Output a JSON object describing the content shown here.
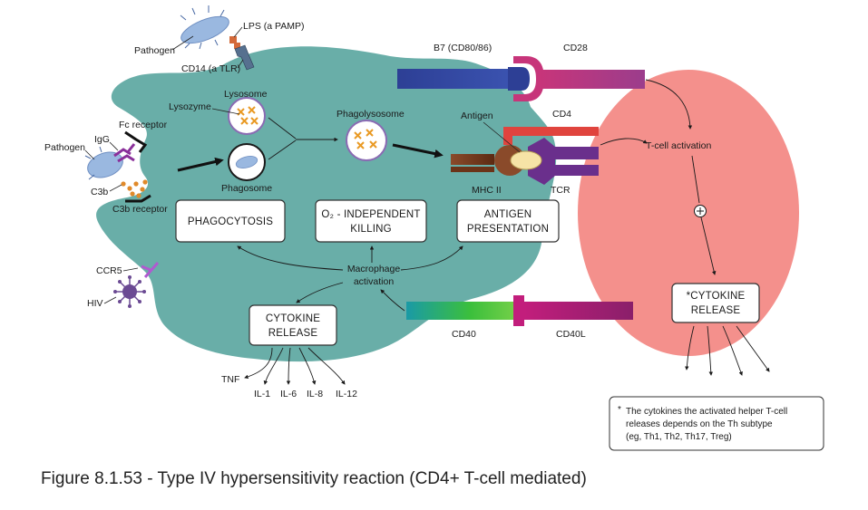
{
  "colors": {
    "macrophage": "#69aea8",
    "tcell": "#f4908c",
    "b7": "#33449a",
    "cd28": "#c63d7a",
    "cd4": "#e0443e",
    "tcr": "#6a2f8c",
    "mhc": "#7a3a1f",
    "lysosome_dot": "#e99a25",
    "pathogen": "#9ab8e0"
  },
  "labels": {
    "pathogen_top": "Pathogen",
    "lps": "LPS (a PAMP)",
    "cd14": "CD14 (a TLR)",
    "b7": "B7 (CD80/86)",
    "cd28": "CD28",
    "cd4": "CD4",
    "antigen": "Antigen",
    "mhc2": "MHC II",
    "tcr": "TCR",
    "tcell_activation": "T-cell activation",
    "lysosome": "Lysosome",
    "lysozyme": "Lysozyme",
    "phagolysosome": "Phagolysosome",
    "phagosome": "Phagosome",
    "fc_receptor": "Fc receptor",
    "igg": "IgG",
    "pathogen_left": "Pathogen",
    "c3b": "C3b",
    "c3b_receptor": "C3b receptor",
    "ccr5": "CCR5",
    "hiv": "HIV",
    "macrophage_activation_1": "Macrophage",
    "macrophage_activation_2": "activation",
    "cd40": "CD40",
    "cd40l": "CD40L",
    "tnf": "TNF",
    "il1": "IL-1",
    "il6": "IL-6",
    "il8": "IL-8",
    "il12": "IL-12"
  },
  "boxes": {
    "phagocytosis": "PHAGOCYTOSIS",
    "o2_line1": "O₂ - INDEPENDENT",
    "o2_line2": "KILLING",
    "antigen_line1": "ANTIGEN",
    "antigen_line2": "PRESENTATION",
    "cytokine_line1": "CYTOKINE",
    "cytokine_line2": "RELEASE",
    "tcell_cytokine_line1": "*CYTOKINE",
    "tcell_cytokine_line2": "RELEASE"
  },
  "footnote": {
    "star": "*",
    "line1": "The cytokines the activated helper T-cell",
    "line2": "releases depends on the Th subtype",
    "line3": "(eg, Th1, Th2, Th17, Treg)"
  },
  "caption": "Figure 8.1.53 - Type IV hypersensitivity reaction (CD4+ T-cell mediated)"
}
